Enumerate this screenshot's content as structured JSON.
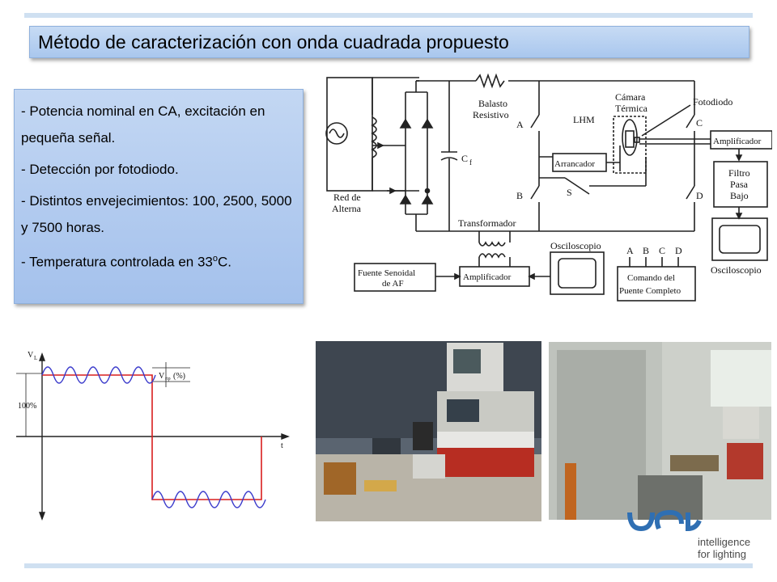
{
  "title": "Método de caracterización con onda cuadrada propuesto",
  "bullets": [
    {
      "text": "- Potencia nominal en CA, excitación en pequeña señal."
    },
    {
      "text": "- Detección por fotodiodo."
    },
    {
      "text": "- Distintos envejecimientos: 100, 2500, 5000 y 7500 horas."
    },
    {
      "pre": "- Temperatura controlada en 33",
      "sup": "o",
      "post": "C."
    }
  ],
  "circuit": {
    "red_alterna_1": "Red de",
    "red_alterna_2": "Alterna",
    "cf": "C",
    "cf_sub": "f",
    "balasto_1": "Balasto",
    "balasto_2": "Resistivo",
    "camara_1": "Cámara",
    "camara_2": "Térmica",
    "fotodiodo": "Fotodiodo",
    "lhm": "LHM",
    "arrancador": "Arrancador",
    "amplificador_right": "Amplificador",
    "filtro_1": "Filtro",
    "filtro_2": "Pasa",
    "filtro_3": "Bajo",
    "osc_right": "Osciloscopio",
    "sw_a": "A",
    "sw_b": "B",
    "sw_c": "C",
    "sw_d": "D",
    "sw_s": "S",
    "transformador": "Transformador",
    "fuente_1": "Fuente Senoidal",
    "fuente_2": "de AF",
    "amplificador_bottom": "Amplificador",
    "osc_bottom": "Osciloscopio",
    "cmd_1": "Comando del",
    "cmd_2": "Puente Completo",
    "cmd_a": "A",
    "cmd_b": "B",
    "cmd_c": "C",
    "cmd_d": "D"
  },
  "waveform": {
    "y_label": "V",
    "y_label_sub": "L",
    "x_label": "t",
    "percent_label": "100%",
    "ripple_label": "V",
    "ripple_sub": "rip",
    "ripple_unit": "(%)"
  },
  "logo": {
    "line1": "intelligence",
    "line2": "for lighting"
  },
  "colors": {
    "title_bg": "#b8d1f1",
    "bullet_bg": "#b3ccf0",
    "wave_blue": "#3a3acb",
    "wave_red": "#d81e1e",
    "logo_blue": "#2f6fb3"
  },
  "icons": [
    "ac-source-symbol",
    "diode-bridge",
    "resistor",
    "lamp",
    "photodiode",
    "transformer",
    "oscilloscope-screen"
  ]
}
